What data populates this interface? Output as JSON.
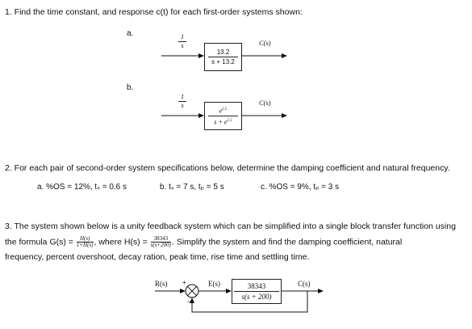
{
  "q1": {
    "text": "1. Find the time constant, and response c(t) for each first-order systems shown:",
    "a": {
      "label": "a.",
      "input_num": "1",
      "input_den": "s",
      "tf_num": "13.2",
      "tf_den": "s + 13.2",
      "output": "C(s)"
    },
    "b": {
      "label": "b.",
      "input_num": "1",
      "input_den": "s",
      "tf_num": "e",
      "tf_num_exp": "2.5",
      "tf_den_base": "s + e",
      "tf_den_exp": "2.5",
      "output": "C(s)"
    }
  },
  "q2": {
    "text": "2. For each pair of second-order system specifications below, determine the damping coefficient and natural frequency.",
    "items": [
      "a. %OS = 12%, tₛ = 0.6 s",
      "b. tₛ = 7 s, tₚ = 5 s",
      "c. %OS = 9%, tₚ = 3 s"
    ]
  },
  "q3": {
    "line1": "3. The system shown below is a unity feedback system which can be simplified into a single block transfer function using",
    "line2_pre": "the formula G(s) = ",
    "g_num": "H(s)",
    "g_den": "1+H(s)",
    "line2_mid": ", where H(s) = ",
    "h_num": "38343",
    "h_den": "s(s+200)",
    "line2_post": ". Simplify the system and find the damping coefficient, natural",
    "line3": "frequency, percent overshoot, decay ration, peak time, rise time and settling time.",
    "diagram": {
      "input": "R(s)",
      "plus": "+",
      "minus": "−",
      "error": "E(s)",
      "block_num": "38343",
      "block_den": "s(s + 200)",
      "output": "C(s)"
    }
  }
}
